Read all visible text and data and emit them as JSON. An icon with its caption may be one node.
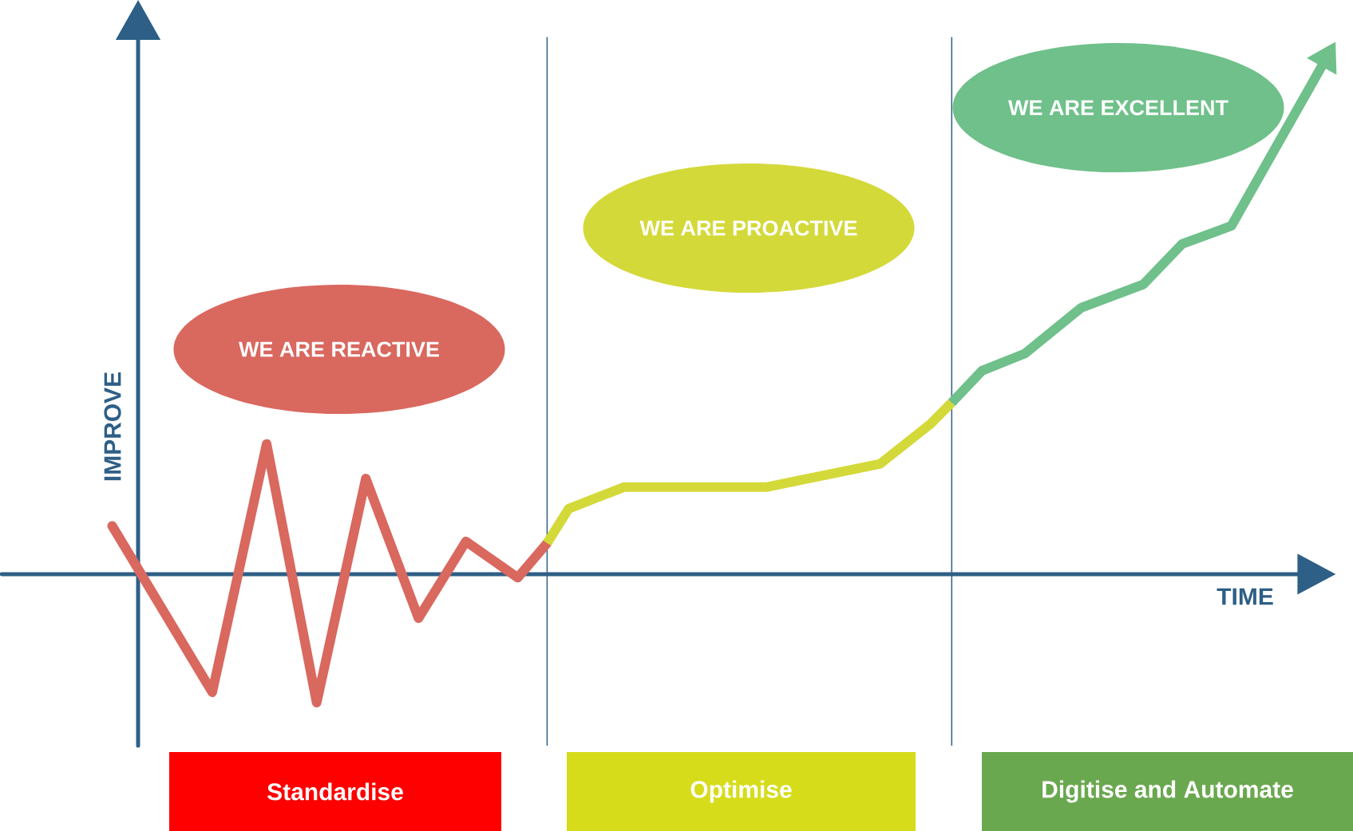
{
  "diagram": {
    "nodes": [
      {
        "text": [
          "WE ARE REACTIVE"
        ]
      },
      {
        "text": [
          "WE ARE PROACTIVE"
        ]
      },
      {
        "text": [
          "WE ARE EXCELLENT"
        ]
      },
      {
        "text": [
          "Standardise"
        ]
      },
      {
        "text": [
          "Optimise"
        ]
      },
      {
        "text": [
          "Digitise and Automate"
        ]
      }
    ],
    "labels": [
      "IMPROVE",
      "TIME"
    ]
  }
}
